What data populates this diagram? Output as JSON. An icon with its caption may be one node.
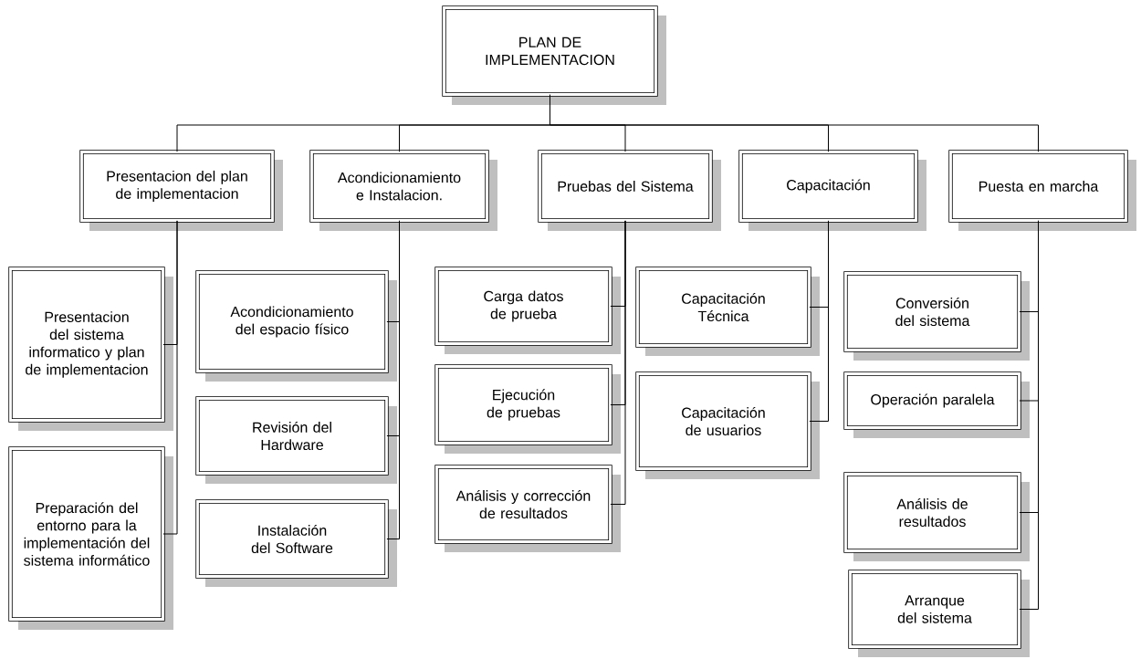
{
  "diagram": {
    "nodes": [
      {
        "text": [
          "PLAN DE IMPLEMENTACION"
        ]
      },
      {
        "text": [
          "Presentacion del plan de implementacion"
        ]
      },
      {
        "text": [
          "Acondicionamiento e Instalacion."
        ]
      },
      {
        "text": [
          "Pruebas del Sistema"
        ]
      },
      {
        "text": [
          "Capacitación"
        ]
      },
      {
        "text": [
          "Puesta en marcha"
        ]
      },
      {
        "text": [
          "Presentacion del sistema informatico y plan de implementacion"
        ]
      },
      {
        "text": [
          "Preparación del entorno para la implementación del sistema informático"
        ]
      },
      {
        "text": [
          "Acondicionamiento del espacio físico"
        ]
      },
      {
        "text": [
          "Revisión del Hardware"
        ]
      },
      {
        "text": [
          "Instalación del Software"
        ]
      },
      {
        "text": [
          "Carga datos de prueba"
        ]
      },
      {
        "text": [
          "Ejecución de pruebas"
        ]
      },
      {
        "text": [
          "Análisis y corrección de resultados"
        ]
      },
      {
        "text": [
          "Capacitación Técnica"
        ]
      },
      {
        "text": [
          "Capacitación de usuarios"
        ]
      },
      {
        "text": [
          "Conversión del sistema"
        ]
      },
      {
        "text": [
          "Operación paralela"
        ]
      },
      {
        "text": [
          "Análisis de resultados"
        ]
      },
      {
        "text": [
          "Arranque del sistema"
        ]
      }
    ],
    "edges": [
      {
        "from": 0,
        "to": 1,
        "arrow": "none"
      },
      {
        "from": 0,
        "to": 2,
        "arrow": "none"
      },
      {
        "from": 0,
        "to": 3,
        "arrow": "none"
      },
      {
        "from": 0,
        "to": 4,
        "arrow": "none"
      },
      {
        "from": 0,
        "to": 5,
        "arrow": "none"
      },
      {
        "from": 1,
        "to": 6,
        "arrow": "none"
      },
      {
        "from": 1,
        "to": 7,
        "arrow": "none"
      },
      {
        "from": 2,
        "to": 8,
        "arrow": "none"
      },
      {
        "from": 2,
        "to": 9,
        "arrow": "none"
      },
      {
        "from": 2,
        "to": 10,
        "arrow": "none"
      },
      {
        "from": 3,
        "to": 11,
        "arrow": "none"
      },
      {
        "from": 3,
        "to": 12,
        "arrow": "none"
      },
      {
        "from": 3,
        "to": 13,
        "arrow": "none"
      },
      {
        "from": 4,
        "to": 14,
        "arrow": "none"
      },
      {
        "from": 4,
        "to": 15,
        "arrow": "none"
      },
      {
        "from": 5,
        "to": 16,
        "arrow": "none"
      },
      {
        "from": 5,
        "to": 17,
        "arrow": "none"
      },
      {
        "from": 5,
        "to": 18,
        "arrow": "none"
      },
      {
        "from": 5,
        "to": 19,
        "arrow": "none"
      }
    ]
  }
}
